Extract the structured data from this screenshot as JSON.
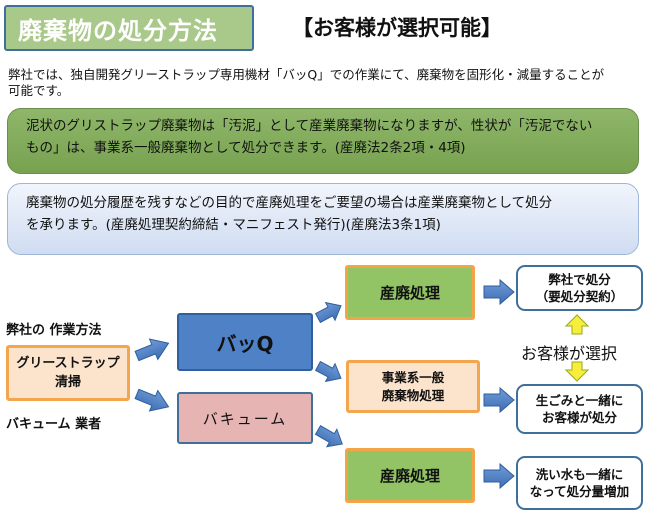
{
  "title": "廃棄物の処分方法",
  "subtitle": "【お客様が選択可能】",
  "intro_lines": [
    "弊社では、独自開発グリーストラップ専用機材「バッQ」での作業にて、廃棄物を固形化・減量することが",
    "可能です。"
  ],
  "green_panel": {
    "lines": [
      "泥状のグリストラップ廃棄物は「汚泥」として産業廃棄物になりますが、性状が「汚泥でない",
      "もの」は、事業系一般廃棄物として処分できます。(産廃法2条2項・4項)"
    ],
    "color": "#80ab59"
  },
  "blue_panel": {
    "lines": [
      "廃棄物の処分履歴を残すなどの目的で産廃処理をご要望の場合は産業廃棄物として処分",
      "を承ります。(産廃処理契約締結・マニフェスト発行)(産廃法3条1項)"
    ],
    "color": "#d9e4f5"
  },
  "flow": {
    "label_company": "弊社の 作業方法",
    "label_vendor": "バキューム 業者",
    "start": [
      "グリーストラップ",
      "清掃"
    ],
    "method_bq": "バッQ",
    "method_vacuum": "バキューム",
    "process_top": "産廃処理",
    "process_mid": [
      "事業系一般",
      "廃棄物処理"
    ],
    "process_bottom": "産廃処理",
    "result_top": [
      "弊社で処分",
      "（要処分契約）"
    ],
    "result_mid": [
      "生ごみと一緒に",
      "お客様が処分"
    ],
    "result_bottom": [
      "洗い水も一緒に",
      "なって処分量増加"
    ],
    "choose": "お客様が選択"
  },
  "colors": {
    "arrow_blue": "#4f81c7",
    "arrow_yellow": "#f6ee3a",
    "green": "#92c465",
    "orange_border": "#f3a64d",
    "bq_blue": "#4f81c7",
    "vacuum_pink": "#e7b4b4"
  }
}
